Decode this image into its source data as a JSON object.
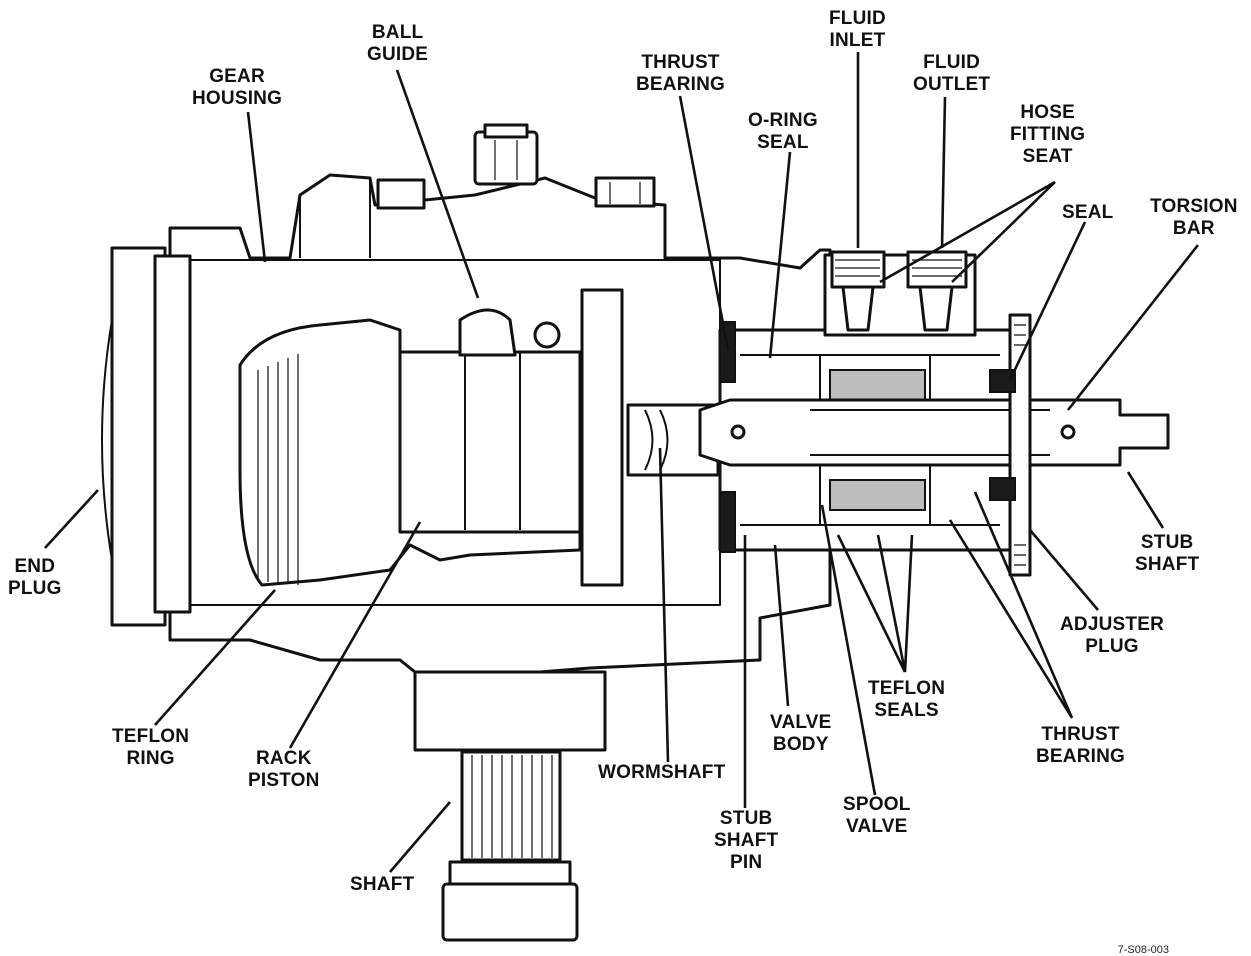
{
  "labels": {
    "gear_housing": [
      "GEAR",
      "HOUSING"
    ],
    "ball_guide": [
      "BALL",
      "GUIDE"
    ],
    "thrust_bearing_top": [
      "THRUST",
      "BEARING"
    ],
    "o_ring_seal": [
      "O-RING",
      "SEAL"
    ],
    "fluid_inlet": [
      "FLUID",
      "INLET"
    ],
    "fluid_outlet": [
      "FLUID",
      "OUTLET"
    ],
    "hose_fitting_seat": [
      "HOSE",
      "FITTING",
      "SEAT"
    ],
    "seal": [
      "SEAL"
    ],
    "torsion_bar": [
      "TORSION",
      "BAR"
    ],
    "end_plug": [
      "END",
      "PLUG"
    ],
    "stub_shaft": [
      "STUB",
      "SHAFT"
    ],
    "adjuster_plug": [
      "ADJUSTER",
      "PLUG"
    ],
    "teflon_ring": [
      "TEFLON",
      "RING"
    ],
    "rack_piston": [
      "RACK",
      "PISTON"
    ],
    "wormshaft": [
      "WORMSHAFT"
    ],
    "valve_body": [
      "VALVE",
      "BODY"
    ],
    "teflon_seals": [
      "TEFLON",
      "SEALS"
    ],
    "thrust_bearing_bottom": [
      "THRUST",
      "BEARING"
    ],
    "stub_shaft_pin": [
      "STUB",
      "SHAFT",
      "PIN"
    ],
    "spool_valve": [
      "SPOOL",
      "VALVE"
    ],
    "shaft": [
      "SHAFT"
    ]
  },
  "figure_id": "7-S08-003"
}
